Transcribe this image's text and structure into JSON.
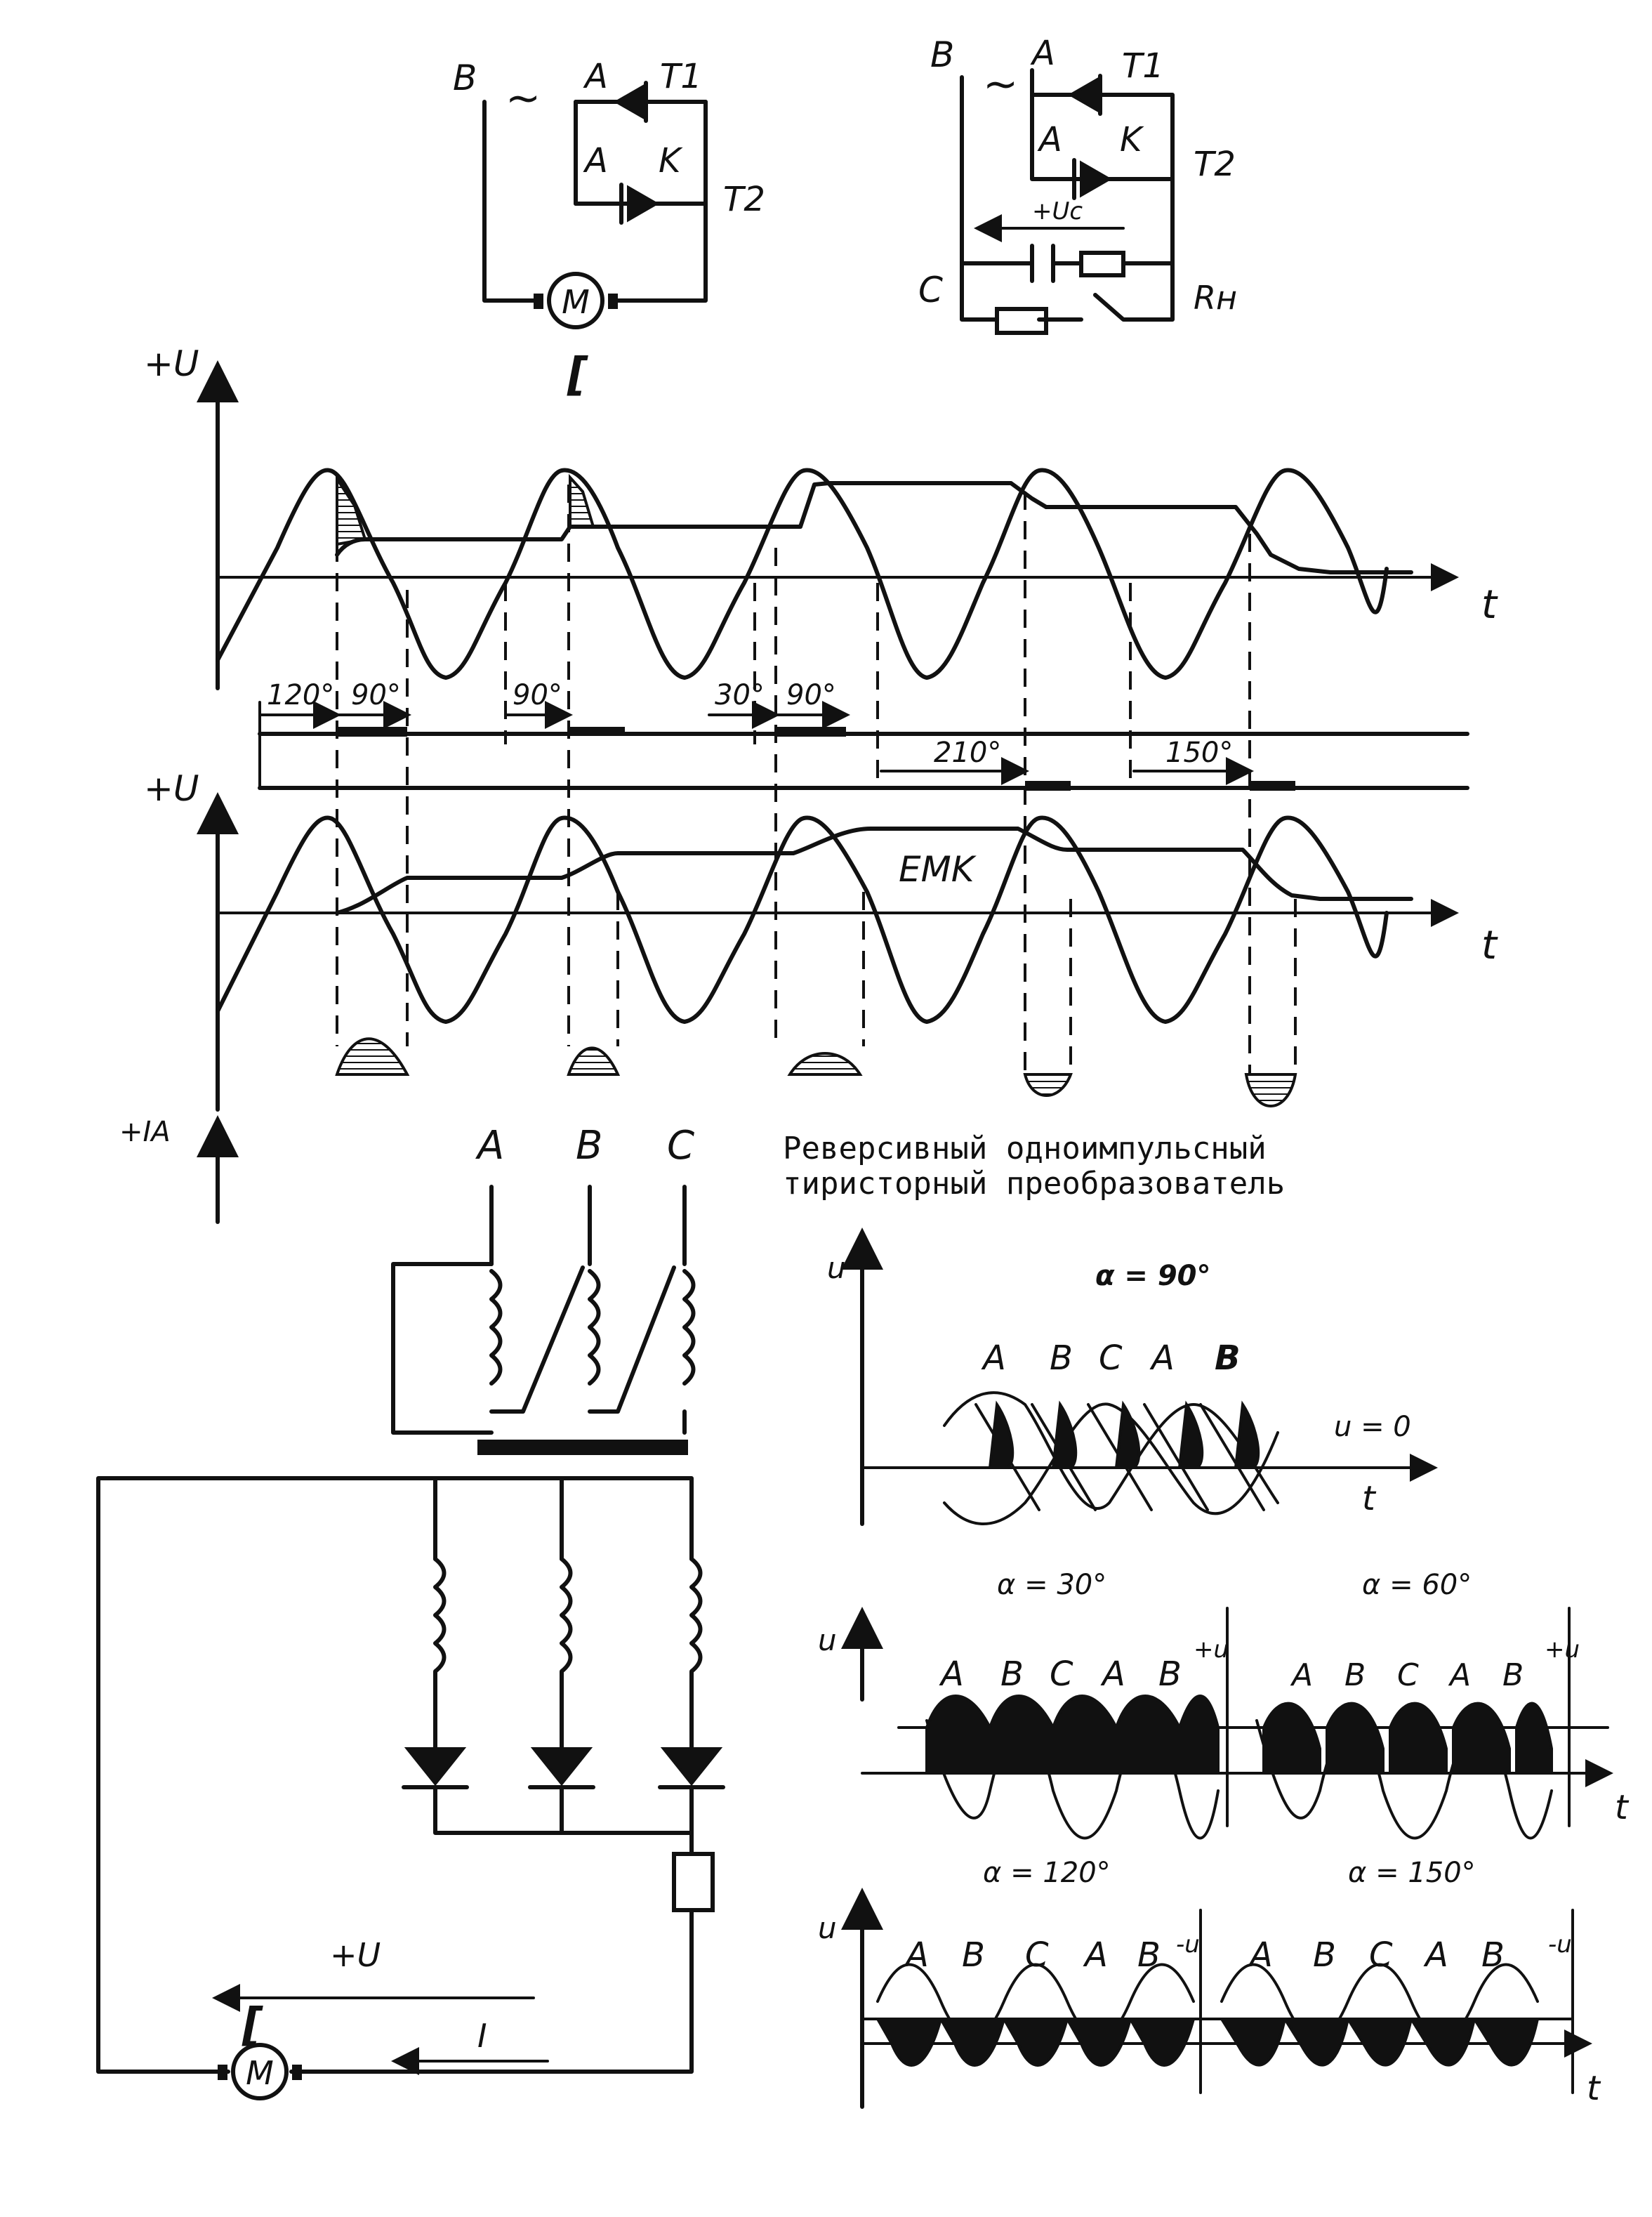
{
  "schematic_top_left": {
    "label_B": "B",
    "label_A1": "A",
    "label_T1": "T1",
    "label_A2": "A",
    "label_K": "K",
    "label_T2": "T2",
    "ac_symbol": "~",
    "motor": "M",
    "bracket": "["
  },
  "schematic_top_right": {
    "label_B": "B",
    "label_A1": "A",
    "label_T1": "T1",
    "label_A2": "A",
    "label_K": "K",
    "label_T2": "T2",
    "ac_symbol": "~",
    "voltage_arrow": "+Uc",
    "label_C": "C",
    "label_Rn": "Rн"
  },
  "waveform_1": {
    "y_axis": "+U",
    "x_axis": "t",
    "angles": [
      "120°",
      "90°",
      "90°",
      "30°",
      "90°",
      "210°",
      "150°"
    ]
  },
  "waveform_2": {
    "y_axis": "+U",
    "x_axis": "t",
    "emk_label": "EMK",
    "current_axis": "+IA"
  },
  "three_phase": {
    "phase_labels": [
      "A",
      "B",
      "C"
    ],
    "voltage_label": "+U",
    "current_label": "I",
    "motor": "M",
    "bracket": "["
  },
  "caption": {
    "line1": "Реверсивный одноимпульсный",
    "line2": "тиристорный преобразователь"
  },
  "plots": {
    "alpha90": "α = 90°",
    "alpha30": "α = 30°",
    "alpha60": "α = 60°",
    "alpha120": "α = 120°",
    "alpha150": "α = 150°",
    "axis_u": "u",
    "axis_t": "t",
    "u_zero": "u = 0",
    "plus_u": "+u",
    "minus_u": "-u",
    "phase_seq": [
      "A",
      "B",
      "C",
      "A",
      "B"
    ]
  }
}
